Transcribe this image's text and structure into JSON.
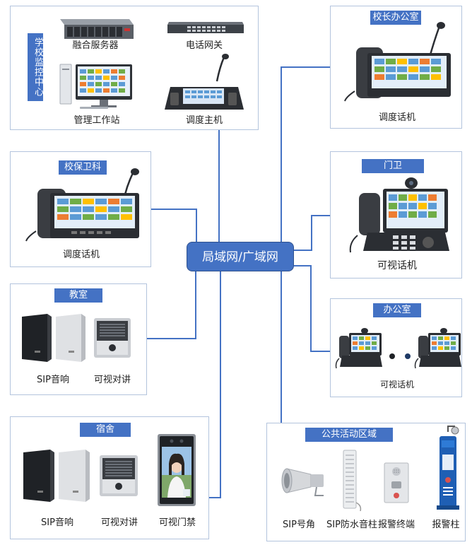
{
  "hub": {
    "label": "局域网/广域网"
  },
  "control_center": {
    "title": "学校监控中心",
    "devices": [
      "融合服务器",
      "电话网关",
      "管理工作站",
      "调度主机"
    ]
  },
  "principal_office": {
    "title": "校长办公室",
    "device": "调度话机"
  },
  "security": {
    "title": "校保卫科",
    "device": "调度话机"
  },
  "gate": {
    "title": "门卫",
    "device": "可视话机"
  },
  "classroom": {
    "title": "教室",
    "devices": [
      "SIP音响",
      "可视对讲"
    ]
  },
  "office": {
    "title": "办公室",
    "device": "可视话机"
  },
  "dorm": {
    "title": "宿舍",
    "devices": [
      "SIP音响",
      "可视对讲",
      "可视门禁"
    ]
  },
  "public_area": {
    "title": "公共活动区域",
    "devices": [
      "SIP号角",
      "SIP防水音柱",
      "报警终端",
      "报警柱"
    ]
  }
}
